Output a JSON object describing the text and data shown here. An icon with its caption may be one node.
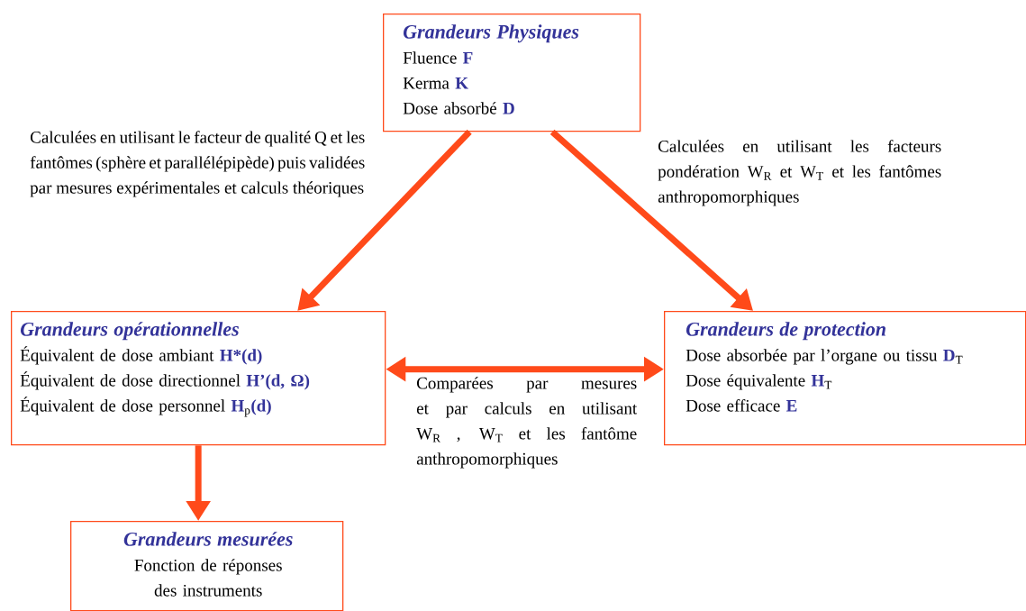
{
  "diagram": {
    "nodes": [
      {
        "text": [
          "Grandeurs Physiques",
          "Fluence **F**",
          "Kerma **K**",
          "Dose absorbé **D**"
        ]
      },
      {
        "text": [
          "Grandeurs opérationnelles",
          "Équivalent de dose ambiant **H*(d)**",
          "Équivalent de dose  directionnel **H’(d, Ω)**",
          "Équivalent de dose personnel **H**$_{p}$**(d)**"
        ]
      },
      {
        "text": [
          "Grandeurs de protection",
          "Dose absorbée par l’organe ou tissu **D**$_{T}$",
          "Dose équivalente **H**$_{T}$",
          "Dose efficace **E**"
        ]
      },
      {
        "text": [
          "Grandeurs mesurées",
          "Fonction de réponses des instruments"
        ]
      }
    ],
    "edges": [
      {
        "from": 0,
        "to": 1,
        "arrow": "to",
        "label": "Calculées en utilisant le facteur de qualité Q et les fantômes (sphère et parallélépipède) puis validées par mesures expérimentales et calculs théoriques"
      },
      {
        "from": 0,
        "to": 2,
        "arrow": "to",
        "label": "Calculées en utilisant les facteurs pondération W$_{R}$ et W$_{T}$ et les fantômes anthropomorphiques"
      },
      {
        "from": 1,
        "to": 2,
        "arrow": "both",
        "label": "Comparées  par mesures et par calculs en utilisant W$_{R}$ , W$_{T}$ et les fantôme anthropomorphiques"
      },
      {
        "from": 1,
        "to": 3,
        "arrow": "to"
      }
    ]
  }
}
